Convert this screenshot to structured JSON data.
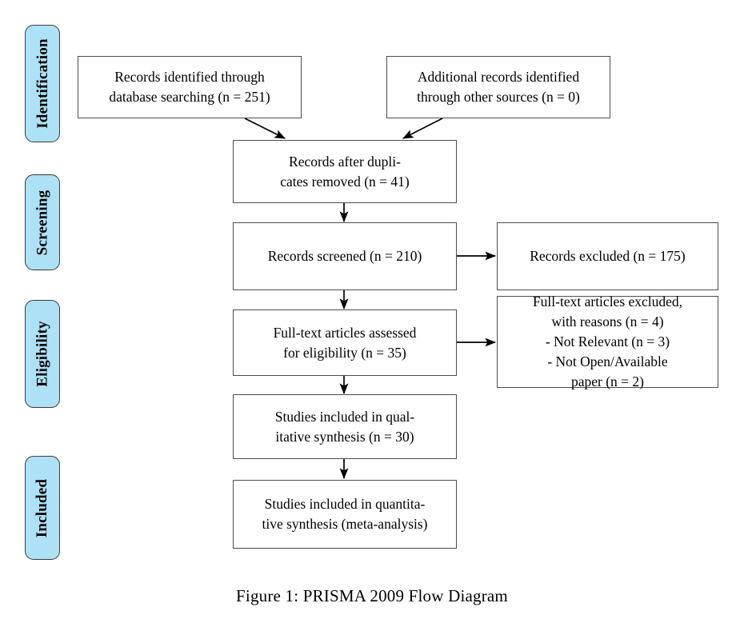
{
  "figure": {
    "caption": "Figure 1: PRISMA 2009 Flow Diagram"
  },
  "colors": {
    "stage_fill": "#ade1f5",
    "stage_border": "#3a3a3a",
    "node_border": "#4d4d4d",
    "arrow": "#000000",
    "text": "#000000",
    "background": "#ffffff"
  },
  "stages": [
    {
      "label": "Identification"
    },
    {
      "label": "Screening"
    },
    {
      "label": "Eligibility"
    },
    {
      "label": "Included"
    }
  ],
  "nodes": {
    "records_identified": "Records identified through\ndatabase searching (n = 251)",
    "additional_records": "Additional records identified\nthrough other sources (n = 0)",
    "duplicates_removed": "Records after dupli-\ncates removed (n = 41)",
    "records_screened": "Records screened (n = 210)",
    "records_excluded": "Records excluded (n = 175)",
    "fulltext_assessed": "Full-text articles assessed\nfor eligibility (n = 35)",
    "fulltext_excluded": "Full-text articles excluded,\nwith reasons (n = 4)\n- Not Relevant (n = 3)\n- Not Open/Available\npaper (n = 2)",
    "qualitative_synthesis": "Studies included in qual-\nitative synthesis (n = 30)",
    "quantitative_synthesis": "Studies included in quantita-\ntive synthesis (meta-analysis)"
  },
  "chart_data": {
    "type": "diagram",
    "title": "PRISMA 2009 Flow Diagram",
    "stages": [
      "Identification",
      "Screening",
      "Eligibility",
      "Included"
    ],
    "counts": {
      "records_identified_database_searching": 251,
      "additional_records_other_sources": 0,
      "records_after_duplicates_removed": 41,
      "records_screened": 210,
      "records_excluded": 175,
      "full_text_articles_assessed": 35,
      "full_text_articles_excluded_with_reasons": 4,
      "excluded_not_relevant": 3,
      "excluded_not_open_available_paper": 2,
      "studies_included_qualitative_synthesis": 30
    },
    "edges": [
      {
        "from": "records_identified",
        "to": "duplicates_removed"
      },
      {
        "from": "additional_records",
        "to": "duplicates_removed"
      },
      {
        "from": "duplicates_removed",
        "to": "records_screened"
      },
      {
        "from": "records_screened",
        "to": "records_excluded"
      },
      {
        "from": "records_screened",
        "to": "fulltext_assessed"
      },
      {
        "from": "fulltext_assessed",
        "to": "fulltext_excluded"
      },
      {
        "from": "fulltext_assessed",
        "to": "qualitative_synthesis"
      },
      {
        "from": "qualitative_synthesis",
        "to": "quantitative_synthesis"
      }
    ]
  }
}
